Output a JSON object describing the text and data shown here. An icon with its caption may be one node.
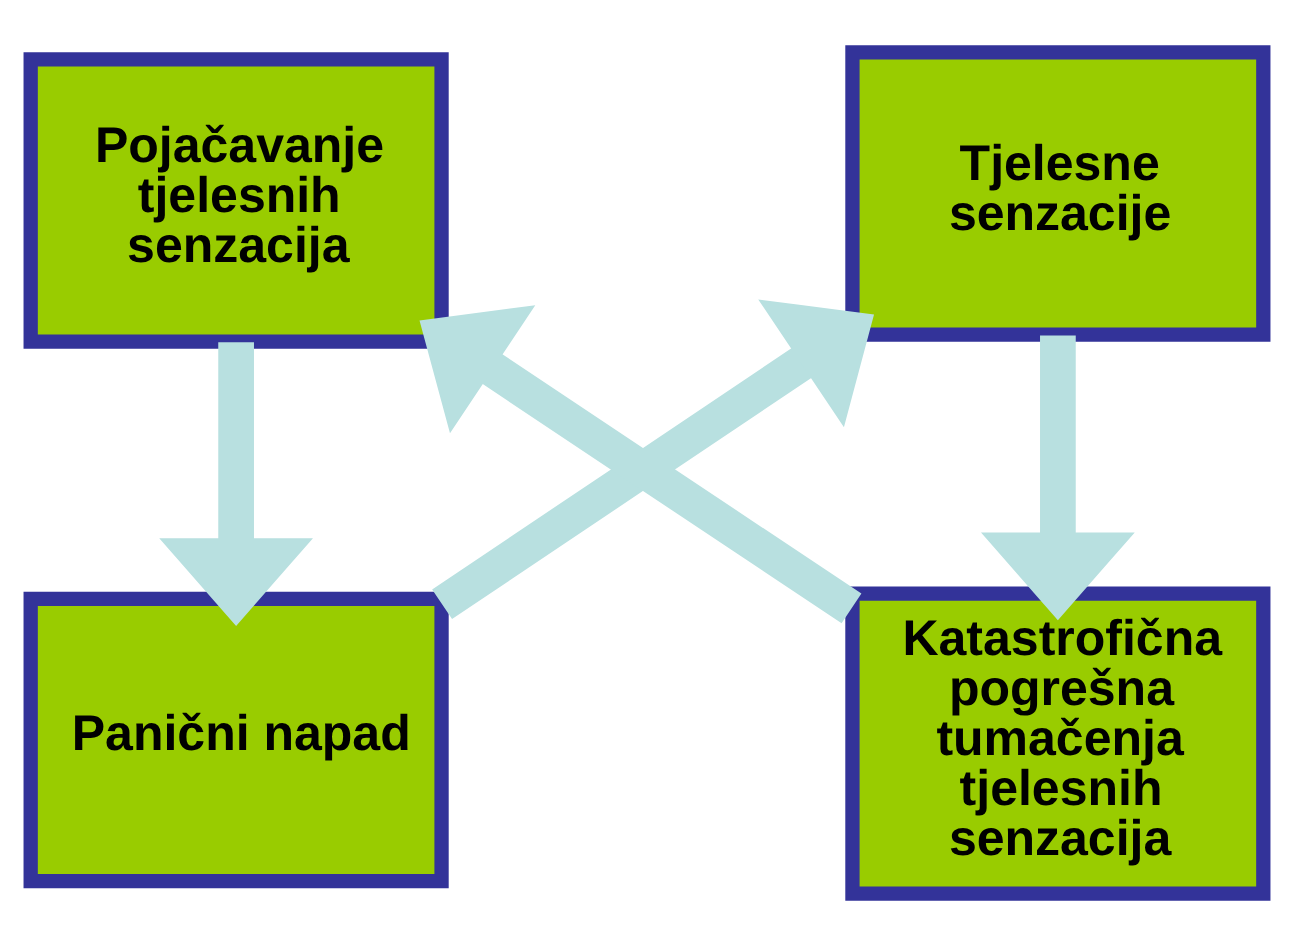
{
  "diagram": {
    "nodes": [
      {
        "text": [
          "Panični napad"
        ]
      },
      {
        "text": [
          "Tjelesne senzacije"
        ]
      },
      {
        "text": [
          "Katastrofična pogrešna tumačenja tjelesnih senzacija"
        ]
      },
      {
        "text": [
          "Pojačavanje tjelesnih senzacija"
        ]
      }
    ],
    "edges": [
      {
        "from": 0,
        "to": 1,
        "arrow": "to"
      },
      {
        "from": 1,
        "to": 2,
        "arrow": "to"
      },
      {
        "from": 2,
        "to": 3,
        "arrow": "to"
      },
      {
        "from": 3,
        "to": 0,
        "arrow": "to"
      }
    ]
  }
}
